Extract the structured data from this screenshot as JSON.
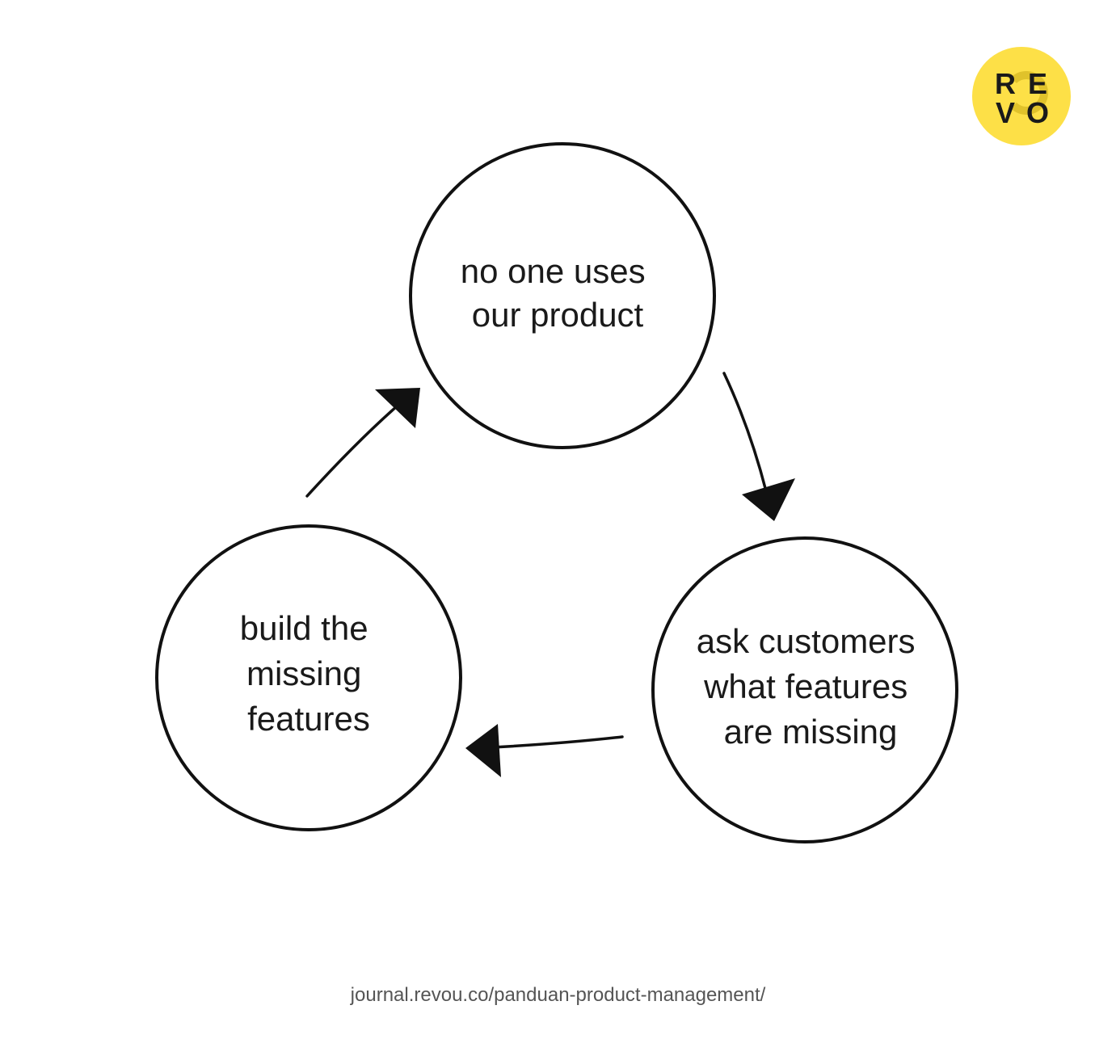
{
  "nodes": [
    {
      "id": "top",
      "lines": [
        "no one uses",
        "our product"
      ]
    },
    {
      "id": "right",
      "lines": [
        "ask customers",
        "what features",
        "are missing"
      ]
    },
    {
      "id": "left",
      "lines": [
        "build the",
        "missing",
        "features"
      ]
    }
  ],
  "edges": [
    {
      "from": "top",
      "to": "right"
    },
    {
      "from": "right",
      "to": "left"
    },
    {
      "from": "left",
      "to": "top"
    }
  ],
  "logo": {
    "letters": [
      "R",
      "E",
      "V",
      "O"
    ],
    "color": "#fde047"
  },
  "source_caption": "journal.revou.co/panduan-product-management/"
}
